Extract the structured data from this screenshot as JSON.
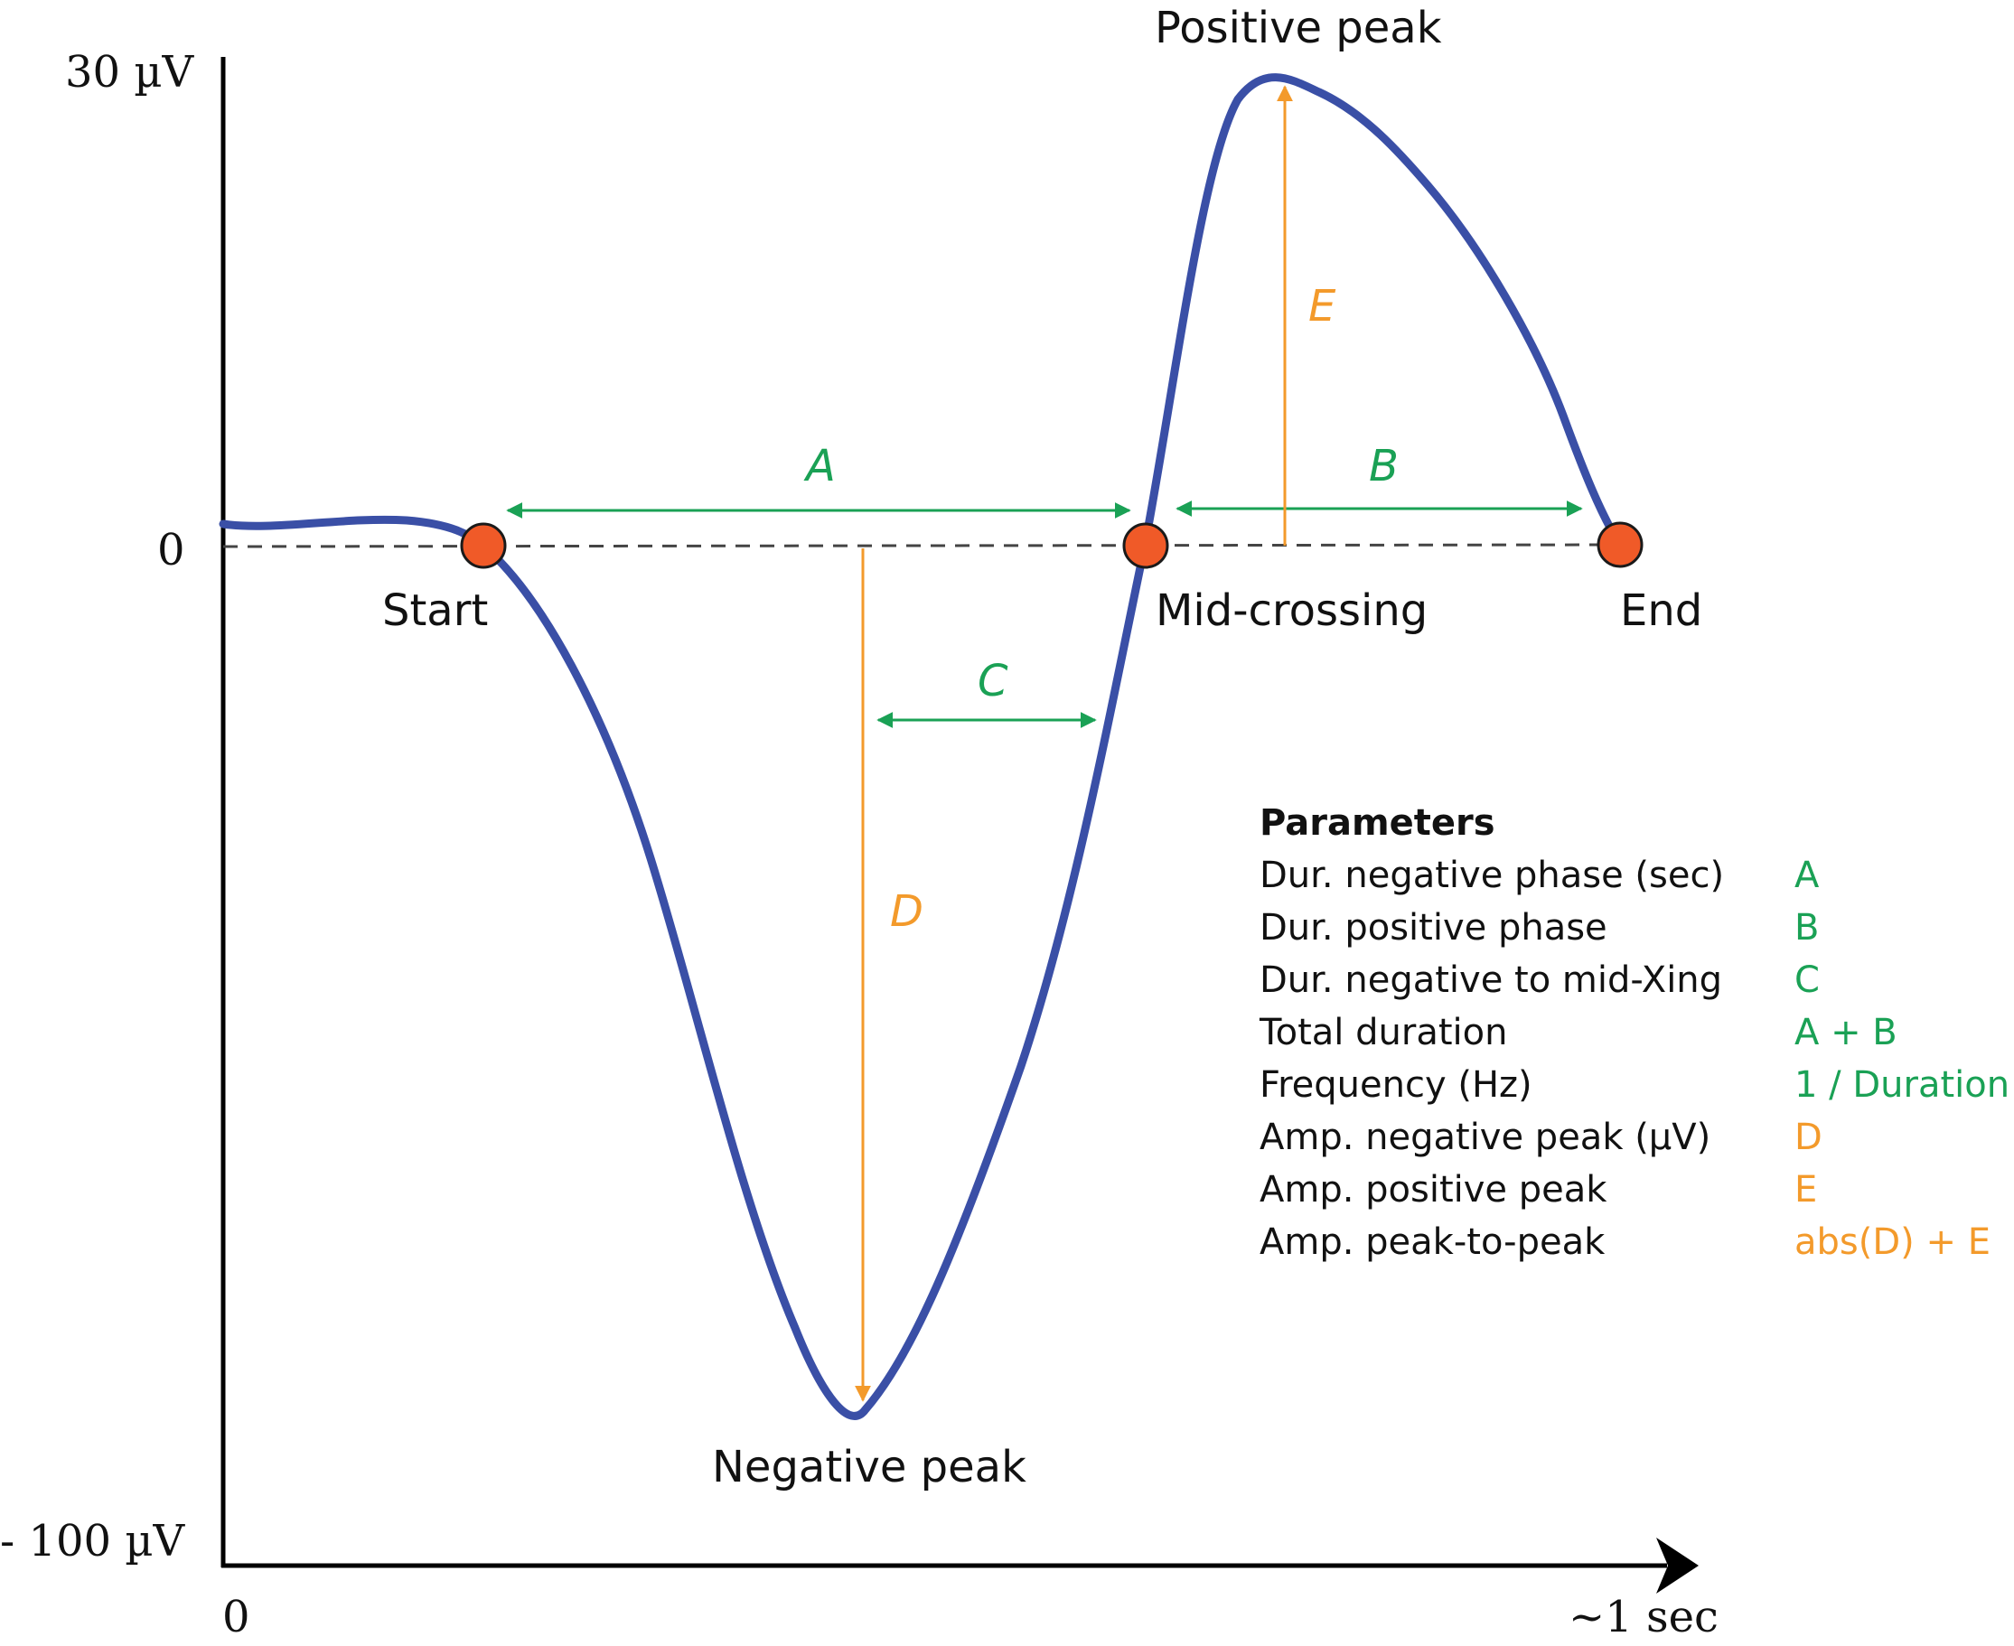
{
  "diagram": {
    "y_axis": {
      "top_label": "30 µV",
      "zero_label": "0",
      "bottom_label": "- 100 µV"
    },
    "x_axis": {
      "start_label": "0",
      "end_label": "~1 sec"
    },
    "points": {
      "start": "Start",
      "mid_crossing": "Mid-crossing",
      "end": "End",
      "positive_peak": "Positive peak",
      "negative_peak": "Negative peak"
    },
    "measures": {
      "a": "A",
      "b": "B",
      "c": "C",
      "d": "D",
      "e": "E"
    }
  },
  "colors": {
    "wave": "#3a4fa6",
    "point_fill": "#f05a28",
    "duration": "#1aa155",
    "amplitude": "#f39a2b",
    "axis": "#000000",
    "baseline": "#444444"
  },
  "parameters": {
    "title": "Parameters",
    "rows": [
      {
        "name": "Dur. negative phase (sec)",
        "value": "A",
        "kind": "duration"
      },
      {
        "name": "Dur. positive phase",
        "value": "B",
        "kind": "duration"
      },
      {
        "name": "Dur. negative to mid-Xing",
        "value": "C",
        "kind": "duration"
      },
      {
        "name": "Total duration",
        "value": "A + B",
        "kind": "duration"
      },
      {
        "name": "Frequency (Hz)",
        "value": "1 / Duration",
        "kind": "duration"
      },
      {
        "name": "Amp. negative peak (µV)",
        "value": "D",
        "kind": "amplitude"
      },
      {
        "name": "Amp. positive peak",
        "value": "E",
        "kind": "amplitude"
      },
      {
        "name": "Amp. peak-to-peak",
        "value": "abs(D) + E",
        "kind": "amplitude"
      }
    ]
  }
}
